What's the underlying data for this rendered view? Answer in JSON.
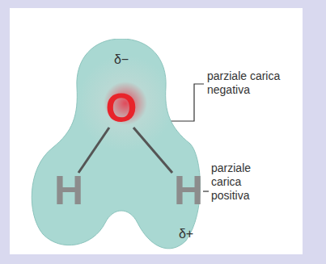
{
  "diagram": {
    "nodes": [
      {
        "text": [
          "δ−",
          "O",
          "H",
          "H",
          "δ+"
        ]
      }
    ],
    "labels": [
      "parziale carica negativa",
      "parziale carica positiva"
    ]
  }
}
